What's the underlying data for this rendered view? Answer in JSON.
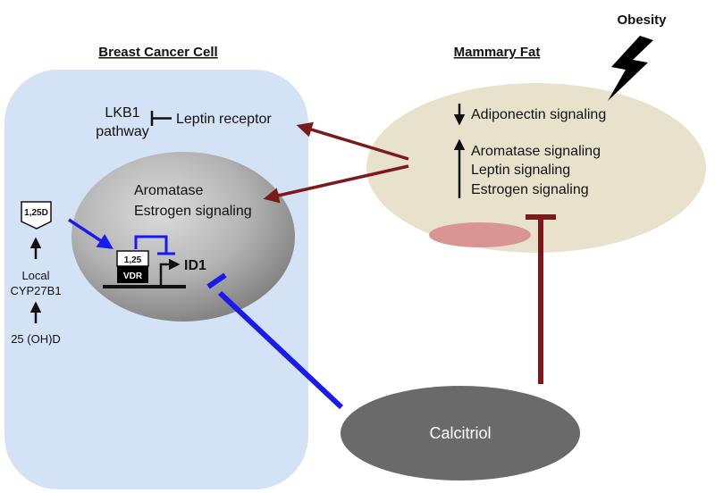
{
  "headers": {
    "cell": "Breast Cancer Cell",
    "fat": "Mammary Fat"
  },
  "obesity": "Obesity",
  "lkb1": {
    "line1": "LKB1",
    "line2": "pathway"
  },
  "leptin_receptor": "Leptin receptor",
  "nucleus": {
    "line1": "Aromatase",
    "line2": "Estrogen signaling"
  },
  "fat_signals": {
    "down": "Adiponectin signaling",
    "up1": "Aromatase signaling",
    "up2": "Leptin signaling",
    "up3": "Estrogen signaling"
  },
  "ligand_tag": "1,25D",
  "vdr": {
    "ligand": "1,25",
    "receptor": "VDR"
  },
  "gene": "ID1",
  "local_path": {
    "line1": "Local",
    "line2": "CYP27B1",
    "precursor": "25 (OH)D"
  },
  "calcitriol": "Calcitriol",
  "colors": {
    "cell_fill": "#d4e2f5",
    "fat_fill": "#e8e2cc",
    "nucleus_gray": "#a8a8a8",
    "calcitriol_fill": "#6a6a6a",
    "maroon": "#7a1a1a",
    "blue": "#1a1aee",
    "pink": "#d99494"
  }
}
